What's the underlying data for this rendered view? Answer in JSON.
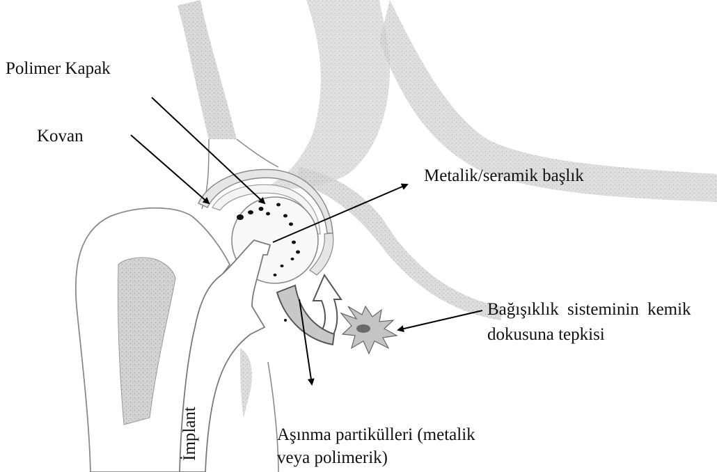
{
  "labels": {
    "polymer_cap": "Polimer Kapak",
    "cup": "Kovan",
    "head": "Metalik/seramik başlık",
    "immune_line1": "Bağışıklık sisteminin kemik",
    "immune_line2": "dokusuna tepkisi",
    "wear_line1": "Aşınma partikülleri (metalik",
    "wear_line2": "veya polimerik)",
    "implant": "İmplant"
  },
  "colors": {
    "bone_fill": "#cdcdcd",
    "outline": "#8a8a8a",
    "text": "#111111",
    "arrow": "#000000"
  }
}
